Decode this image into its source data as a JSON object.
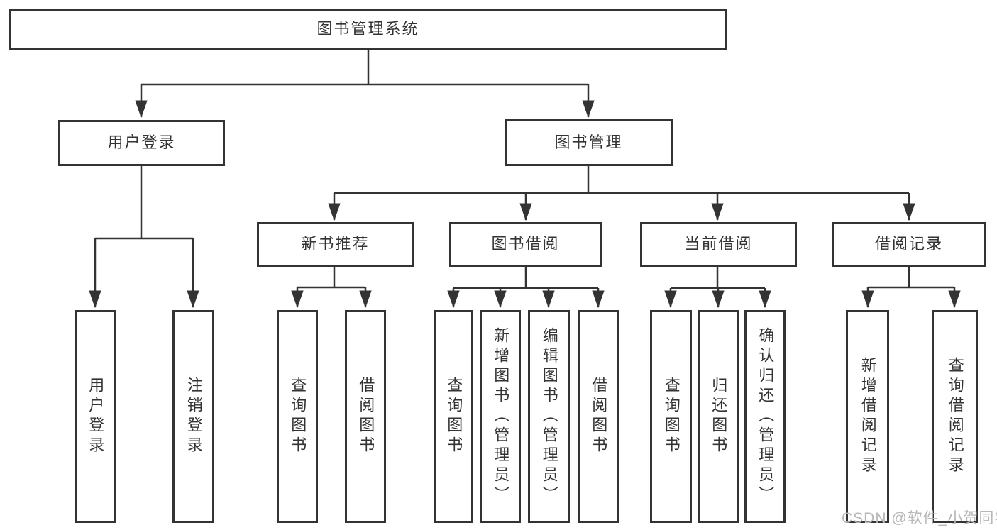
{
  "tree": {
    "label": "图书管理系统",
    "children": [
      {
        "label": "用户登录",
        "children": [
          {
            "label": "用户登录"
          },
          {
            "label": "注销登录"
          }
        ]
      },
      {
        "label": "图书管理",
        "children": [
          {
            "label": "新书推荐",
            "children": [
              {
                "label": "查询图书"
              },
              {
                "label": "借阅图书"
              }
            ]
          },
          {
            "label": "图书借阅",
            "children": [
              {
                "label": "查询图书"
              },
              {
                "label": "新增图书（管理员）"
              },
              {
                "label": "编辑图书（管理员）"
              },
              {
                "label": "借阅图书"
              }
            ]
          },
          {
            "label": "当前借阅",
            "children": [
              {
                "label": "查询图书"
              },
              {
                "label": "归还图书"
              },
              {
                "label": "确认归还（管理员）"
              }
            ]
          },
          {
            "label": "借阅记录",
            "children": [
              {
                "label": "新增借阅记录"
              },
              {
                "label": "查询借阅记录"
              }
            ]
          }
        ]
      }
    ]
  },
  "watermark": "CSDN @软件_小贺同学",
  "colors": {
    "line": "#333333",
    "text": "#333333",
    "background": "#ffffff",
    "watermark": "#b8b6b6"
  }
}
